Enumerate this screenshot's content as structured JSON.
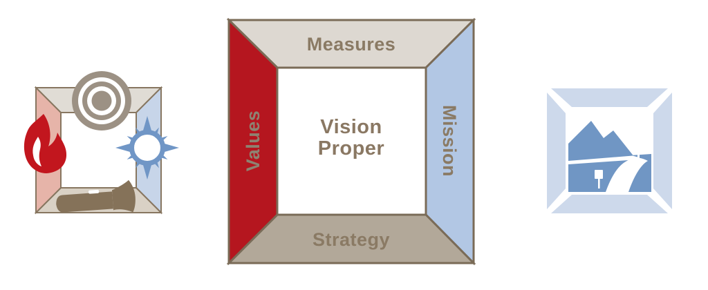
{
  "page": {
    "background": "#FFFFFF",
    "description": "Vision framework diagram with icon frame, labeled vision frame, and vision picture"
  },
  "diagram_left": {
    "name": "vision-elements-icon-frame",
    "icons": [
      {
        "name": "flame-icon",
        "meaning": "Values"
      },
      {
        "name": "target-icon",
        "meaning": "Measures"
      },
      {
        "name": "compass-icon",
        "meaning": "Mission"
      },
      {
        "name": "flashlight-icon",
        "meaning": "Strategy"
      }
    ],
    "colors": {
      "outline": "#877660",
      "top_panel": "#E0DCD5",
      "left_panel": "#E6B4A9",
      "right_panel": "#C7D5E9",
      "bottom_panel": "#D9D1C5",
      "center_panel": "#FFFFFF",
      "flame": "#C2161E",
      "target": "#9C9184",
      "compass": "#7096C6",
      "flashlight": "#857259",
      "highlight": "#FFFFFF"
    }
  },
  "diagram_center": {
    "name": "vision-frame-diagram",
    "labels": {
      "top": "Measures",
      "right": "Mission",
      "bottom": "Strategy",
      "left": "Values"
    },
    "center_title": {
      "line1": "Vision",
      "line2": "Proper"
    },
    "colors": {
      "outline": "#7A6B57",
      "top_panel": "#DDD8D1",
      "right_panel": "#B2C7E4",
      "bottom_panel": "#B2A899",
      "left_panel": "#B5161F",
      "center_panel": "#FFFFFF",
      "label_text": "#8A7A64",
      "values_label_text": "#8E8372",
      "title_text": "#8A7863"
    }
  },
  "diagram_right": {
    "name": "vision-picture-frame",
    "icon": "landscape-icon",
    "colors": {
      "frame": "#CDD9EB",
      "landscape_blue": "#7096C4",
      "sky_white": "#FFFFFF"
    }
  }
}
